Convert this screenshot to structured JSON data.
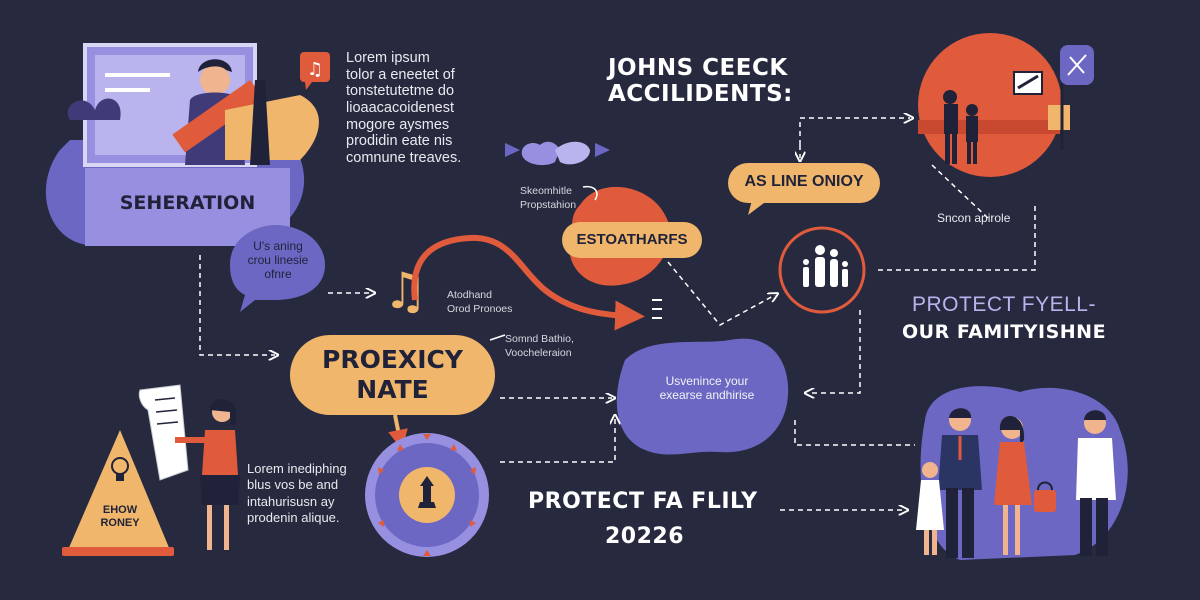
{
  "colors": {
    "background": "#272a3f",
    "purple": "#6d67c4",
    "lavender": "#9790e0",
    "orange": "#e05a3c",
    "peach": "#f0b66b",
    "dark_navy": "#1f2238"
  },
  "icons": [
    "music-note-icon",
    "lightbulb-icon",
    "family-icon",
    "handshake-icon",
    "arrow-icon"
  ],
  "top_left": {
    "label": "SEHERATION",
    "paragraph": "Lorem ipsum\ntolor a eneetet of\ntonstetutetme do\nlioaacacoidenest\nmogore aysmes\nprodidin eate nis\ncomnune treaves."
  },
  "title": "JOHNS CEECK\nACCILIDENTS:",
  "handshake_caption": "Skeomhitle\nPropstahion",
  "callouts": {
    "as_line": "AS LINE  ONIOY",
    "speech_bubble": "U's aning\ncrou linesie\nofnre",
    "estoatharfs": "ESTOATHARFS",
    "proexicy": "PROEXICY\nNATE"
  },
  "notes": {
    "music": "Atodhand\nOrod Pronoes",
    "sonnd": "Somnd Bathio,\nVoocheleraion",
    "sncon": "Sncon apirole",
    "center_blob": "Usvenince your\nexearse andhirise",
    "bottom_paragraph": "Lorem inediphing\nblus vos be and\nintahurisusn ay\nprodenin alique."
  },
  "cone_label": "EHOW\nRONEY",
  "right_headline": {
    "line1": "PROTECT FYELL-",
    "line2": "OUR FAMITYISHNE"
  },
  "bottom_headline": {
    "line1": "PROTECT FA FLILY",
    "line2": "20226"
  }
}
